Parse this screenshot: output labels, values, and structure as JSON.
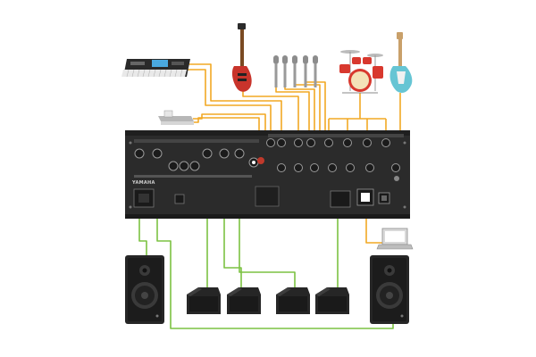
{
  "diagram": {
    "brand_text": "YAMAHA",
    "colors": {
      "background": "#ffffff",
      "input_cable": "#f2a824",
      "output_cable": "#7cc242",
      "mixer_body": "#2b2b2b",
      "mixer_dark": "#161616",
      "speaker_body": "#262626",
      "guitar_blue": "#66c5d4",
      "bass_red": "#c8342b",
      "drum_red": "#d8382e"
    },
    "devices": {
      "inputs": [
        "synthesizer-keyboard",
        "bass-guitar",
        "microphone",
        "microphone",
        "microphone",
        "microphone",
        "drum-kit",
        "electric-guitar",
        "media-player"
      ],
      "outputs": [
        "main-speaker-left",
        "main-speaker-right",
        "monitor-wedge",
        "monitor-wedge",
        "monitor-wedge",
        "monitor-wedge"
      ],
      "control": [
        "laptop-computer"
      ]
    }
  }
}
